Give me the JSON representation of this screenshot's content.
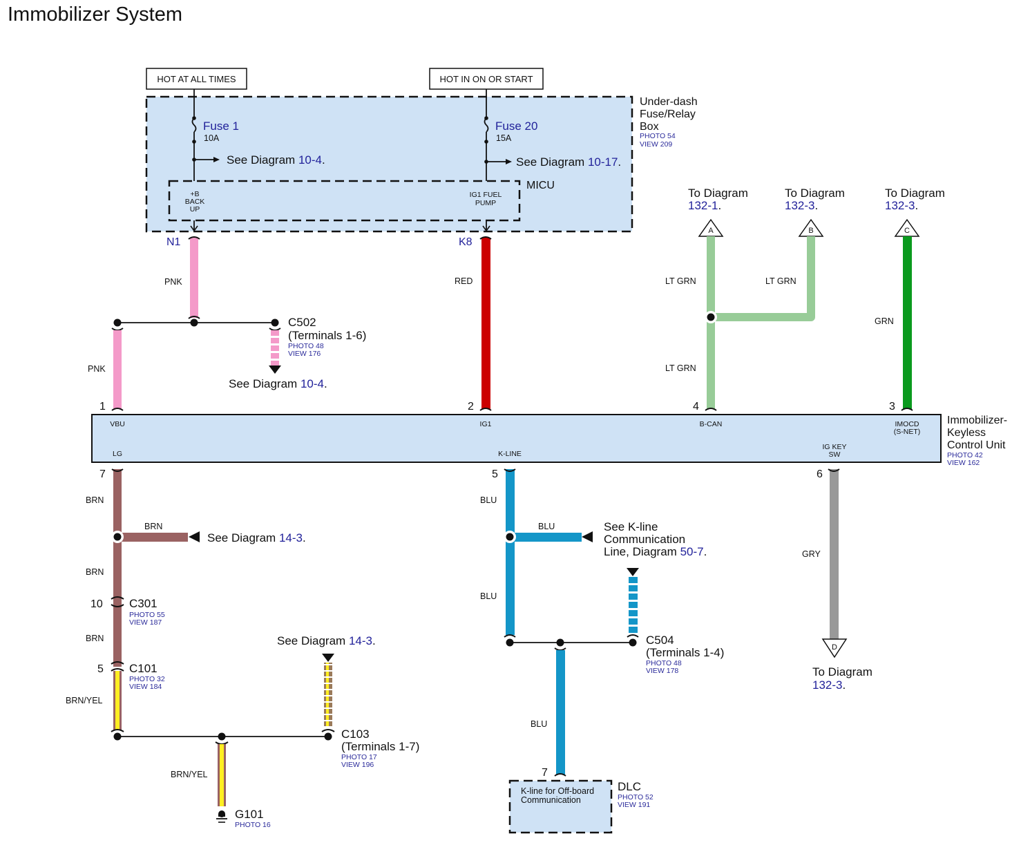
{
  "page": {
    "title": "Immobilizer System"
  },
  "power_labels": {
    "hot_at_all_times": "HOT AT ALL TIMES",
    "hot_in_on_or_start": "HOT IN ON OR START"
  },
  "fuse_box": {
    "name_line1": "Under-dash",
    "name_line2": "Fuse/Relay",
    "name_line3": "Box",
    "photo": "PHOTO 54",
    "view": "VIEW 209",
    "fuses": [
      {
        "name": "Fuse 1",
        "rating": "10A",
        "see_prefix": "See Diagram ",
        "see_ref": "10-4",
        "see_suffix": "."
      },
      {
        "name": "Fuse 20",
        "rating": "15A",
        "see_prefix": "See Diagram ",
        "see_ref": "10-17",
        "see_suffix": "."
      }
    ],
    "micu": {
      "name": "MICU",
      "terminal_left_line1": "+B",
      "terminal_left_line2": "BACK",
      "terminal_left_line3": "UP",
      "terminal_right_line1": "IG1 FUEL",
      "terminal_right_line2": "PUMP",
      "pin_left": "N1",
      "pin_right": "K8"
    }
  },
  "wires": {
    "pnk_upper": "PNK",
    "pnk_lower": "PNK",
    "red": "RED",
    "lt_grn_a_upper": "LT GRN",
    "lt_grn_b": "LT GRN",
    "lt_grn_lower": "LT GRN",
    "grn": "GRN",
    "brn_1": "BRN",
    "brn_branch": "BRN",
    "brn_2": "BRN",
    "brn_3": "BRN",
    "brn_yel_1": "BRN/YEL",
    "brn_yel_2": "BRN/YEL",
    "blu_1": "BLU",
    "blu_branch": "BLU",
    "blu_2": "BLU",
    "blu_3": "BLU",
    "gry": "GRY"
  },
  "wire_colors": {
    "pnk": "#f49ac9",
    "red": "#cc0000",
    "lt_grn": "#98cc98",
    "grn": "#0a9a1e",
    "brn": "#9a6262",
    "yel": "#ffee22",
    "blu": "#1496c8",
    "gry": "#999999",
    "box_fill": "#cfe2f5",
    "link_blue": "#22229a"
  },
  "connectors": {
    "c502": {
      "name": "C502",
      "terminals": "(Terminals 1-6)",
      "photo": "PHOTO 48",
      "view": "VIEW 176",
      "see_prefix": "See Diagram ",
      "see_ref": "10-4",
      "see_suffix": "."
    },
    "c301": {
      "name": "C301",
      "pin": "10",
      "photo": "PHOTO 55",
      "view": "VIEW 187"
    },
    "c101": {
      "name": "C101",
      "pin": "5",
      "photo": "PHOTO 32",
      "view": "VIEW 184"
    },
    "c103": {
      "name": "C103",
      "terminals": "(Terminals 1-7)",
      "photo": "PHOTO 17",
      "view": "VIEW 196",
      "see_prefix": "See Diagram ",
      "see_ref": "14-3",
      "see_suffix": "."
    },
    "c504": {
      "name": "C504",
      "terminals": "(Terminals 1-4)",
      "photo": "PHOTO 48",
      "view": "VIEW 178"
    },
    "g101": {
      "name": "G101",
      "photo": "PHOTO 16"
    }
  },
  "references": {
    "brn_branch": {
      "prefix": "See Diagram ",
      "ref": "14-3",
      "suffix": "."
    },
    "kline_line1": "See K-line",
    "kline_line2": "Communication",
    "kline_line3": "Line, Diagram ",
    "kline_ref": "50-7",
    "kline_suffix": "."
  },
  "offpage": [
    {
      "letter": "A",
      "label": "To Diagram",
      "ref": "132-1",
      "suffix": "."
    },
    {
      "letter": "B",
      "label": "To Diagram",
      "ref": "132-3",
      "suffix": "."
    },
    {
      "letter": "C",
      "label": "To Diagram",
      "ref": "132-3",
      "suffix": "."
    },
    {
      "letter": "D",
      "label": "To Diagram",
      "ref": "132-3",
      "suffix": "."
    }
  ],
  "control_unit": {
    "name_line1": "Immobilizer-",
    "name_line2": "Keyless",
    "name_line3": "Control Unit",
    "photo": "PHOTO 42",
    "view": "VIEW 162",
    "terminals_top": [
      {
        "pin": "1",
        "name": "VBU"
      },
      {
        "pin": "2",
        "name": "IG1"
      },
      {
        "pin": "4",
        "name": "B-CAN"
      },
      {
        "pin": "3",
        "name_line1": "IMOCD",
        "name_line2": "(S-NET)"
      }
    ],
    "terminals_bottom": [
      {
        "pin": "7",
        "name": "LG"
      },
      {
        "pin": "5",
        "name": "K-LINE"
      },
      {
        "pin": "6",
        "name_line1": "IG KEY",
        "name_line2": "SW"
      }
    ]
  },
  "dlc": {
    "name": "DLC",
    "pin": "7",
    "desc_line1": "K-line for Off-board",
    "desc_line2": "Communication",
    "photo": "PHOTO 52",
    "view": "VIEW 191"
  }
}
